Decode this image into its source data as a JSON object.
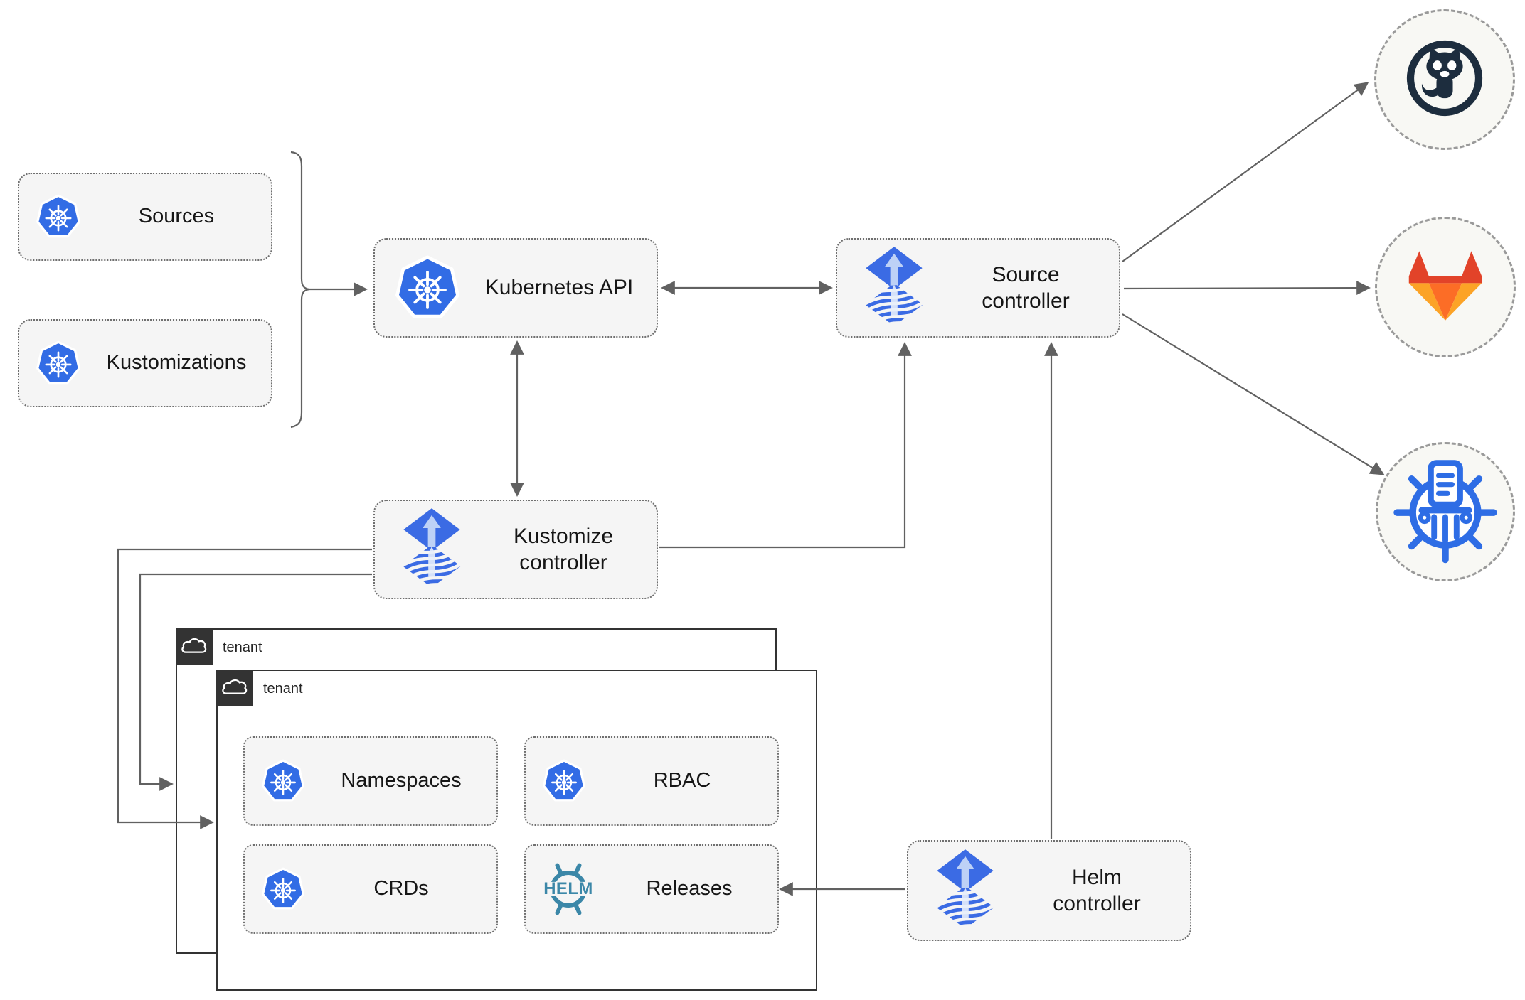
{
  "nodes": {
    "sources": {
      "label": "Sources"
    },
    "kustomizations": {
      "label": "Kustomizations"
    },
    "kubernetes_api": {
      "label": "Kubernetes API"
    },
    "source_controller": {
      "line1": "Source",
      "line2": "controller"
    },
    "kustomize_controller": {
      "line1": "Kustomize",
      "line2": "controller"
    },
    "helm_controller": {
      "line1": "Helm",
      "line2": "controller"
    },
    "namespaces": {
      "label": "Namespaces"
    },
    "rbac": {
      "label": "RBAC"
    },
    "crds": {
      "label": "CRDs"
    },
    "releases": {
      "label": "Releases"
    }
  },
  "tenants": {
    "outer": {
      "label": "tenant"
    },
    "inner": {
      "label": "tenant"
    }
  },
  "helm_logo_text": "HELM",
  "external_targets": [
    "github",
    "gitlab",
    "chartmuseum"
  ],
  "edges": [
    {
      "from": "sources-and-kustomizations",
      "to": "kubernetes_api",
      "type": "arrow"
    },
    {
      "from": "kubernetes_api",
      "to": "source_controller",
      "type": "bidirectional"
    },
    {
      "from": "kubernetes_api",
      "to": "kustomize_controller",
      "type": "bidirectional"
    },
    {
      "from": "kustomize_controller",
      "to": "source_controller",
      "type": "arrow"
    },
    {
      "from": "kustomize_controller",
      "to": "tenant_inner",
      "type": "arrow"
    },
    {
      "from": "kustomize_controller",
      "to": "tenant_outer",
      "type": "arrow"
    },
    {
      "from": "helm_controller",
      "to": "source_controller",
      "type": "arrow"
    },
    {
      "from": "helm_controller",
      "to": "releases",
      "type": "arrow"
    },
    {
      "from": "source_controller",
      "to": "github",
      "type": "arrow"
    },
    {
      "from": "source_controller",
      "to": "gitlab",
      "type": "arrow"
    },
    {
      "from": "source_controller",
      "to": "chartmuseum",
      "type": "arrow"
    }
  ],
  "colors": {
    "kubernetes_blue": "#326ce5",
    "flux_blue": "#3b6be4",
    "flux_arrow_light": "#bdd1f6",
    "helm_teal": "#3b87a8",
    "chartmuseum_blue": "#2e6de5",
    "github_dark": "#1d2d3e",
    "gitlab_red": "#e24329",
    "gitlab_orange": "#fc6d26",
    "gitlab_amber": "#fca326",
    "line_gray": "#616161",
    "node_fill": "#f5f5f5",
    "tenant_dark": "#333333"
  }
}
